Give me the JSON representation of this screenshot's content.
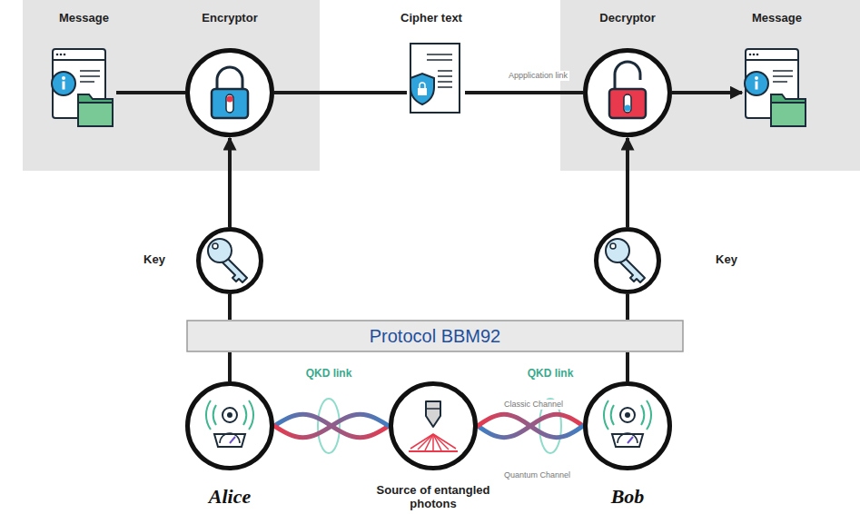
{
  "diagram": {
    "nodes": [
      {
        "text": [
          "Message"
        ]
      },
      {
        "text": [
          "Encryptor"
        ]
      },
      {
        "text": [
          "Cipher text"
        ]
      },
      {
        "text": [
          "Decryptor"
        ]
      },
      {
        "text": [
          "Message"
        ]
      },
      {
        "text": [
          "Key"
        ]
      },
      {
        "text": [
          "Key"
        ]
      },
      {
        "text": [
          "Protocol BBM92"
        ]
      },
      {
        "text": [
          "Alice"
        ]
      },
      {
        "text": [
          "Source of entangled photons"
        ]
      },
      {
        "text": [
          "Bob"
        ]
      }
    ],
    "edges": [
      {
        "from": 0,
        "to": 1,
        "arrow": "none"
      },
      {
        "from": 1,
        "to": 2,
        "arrow": "none"
      },
      {
        "from": 2,
        "to": 3,
        "label": "Appplication link",
        "arrow": "none"
      },
      {
        "from": 3,
        "to": 4,
        "arrow": "to"
      },
      {
        "from": 5,
        "to": 1,
        "arrow": "to"
      },
      {
        "from": 6,
        "to": 3,
        "arrow": "to"
      },
      {
        "from": 7,
        "to": 5,
        "arrow": "none"
      },
      {
        "from": 7,
        "to": 6,
        "arrow": "none"
      },
      {
        "from": 8,
        "to": 7,
        "arrow": "none"
      },
      {
        "from": 10,
        "to": 7,
        "arrow": "none"
      },
      {
        "from": 9,
        "to": 8,
        "label": "QKD link",
        "arrow": "none"
      },
      {
        "from": 9,
        "to": 10,
        "label": "QKD link",
        "arrow": "none"
      }
    ],
    "labels": [
      "Classic Channel",
      "Quantum Channel"
    ]
  }
}
